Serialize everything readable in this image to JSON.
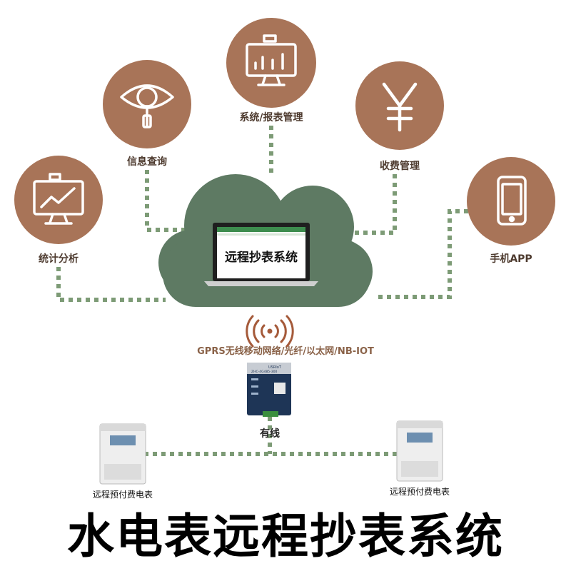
{
  "nodes": [
    {
      "id": "stats",
      "label": "统计分析",
      "icon": "chart-monitor-icon"
    },
    {
      "id": "query",
      "label": "信息查询",
      "icon": "eye-magnifier-icon"
    },
    {
      "id": "system",
      "label": "系统/报表管理",
      "icon": "dashboard-monitor-icon"
    },
    {
      "id": "billing",
      "label": "收费管理",
      "icon": "yen-icon"
    },
    {
      "id": "mobile",
      "label": "手机APP",
      "icon": "phone-icon"
    }
  ],
  "cloud": {
    "screen_title": "远程抄表系统"
  },
  "network": {
    "label": "GPRS无线移动网络/光纤/以太网/NB-IOT",
    "icon": "wireless-signal-icon"
  },
  "gateway": {
    "brand": "USRIoT",
    "model": "ZHC-4G485-300",
    "label": "有线"
  },
  "meters": [
    {
      "label": "远程预付费电表"
    },
    {
      "label": "远程预付费电表"
    }
  ],
  "title": "水电表远程抄表系统",
  "colors": {
    "node_fill": "#a87458",
    "cloud_fill": "#5e7a63",
    "dotted_line": "#7d9b76",
    "node_label": "#4d3a2e"
  }
}
